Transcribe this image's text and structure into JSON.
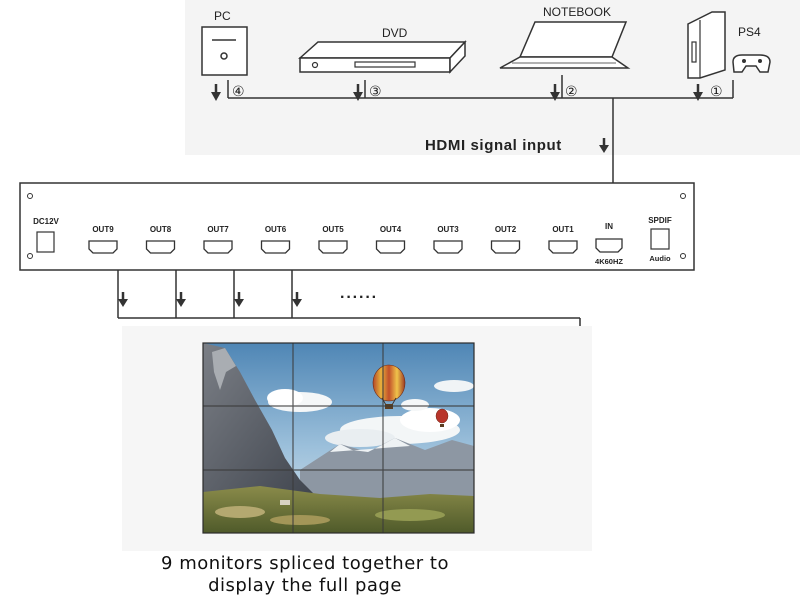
{
  "devices": {
    "pc": {
      "label": "PC",
      "number": "④"
    },
    "dvd": {
      "label": "DVD",
      "number": "③"
    },
    "notebook": {
      "label": "NOTEBOOK",
      "number": "②"
    },
    "ps4": {
      "label": "PS4",
      "number": "①"
    }
  },
  "signal_label": "HDMI signal input",
  "panel": {
    "power": "DC12V",
    "outputs": [
      "OUT9",
      "OUT8",
      "OUT7",
      "OUT6",
      "OUT5",
      "OUT4",
      "OUT3",
      "OUT2",
      "OUT1"
    ],
    "input": {
      "label": "IN",
      "sub": "4K60HZ"
    },
    "audio": {
      "label": "SPDIF",
      "sub": "Audio"
    }
  },
  "ellipsis": "······",
  "caption": {
    "line1": "9 monitors spliced together to",
    "line2": "display the full page"
  },
  "colors": {
    "line": "#333333",
    "sky": "#6f9fc2",
    "mountain": "#5d646e",
    "grass": "#6f7a3e",
    "balloon": "#e0a53a"
  }
}
